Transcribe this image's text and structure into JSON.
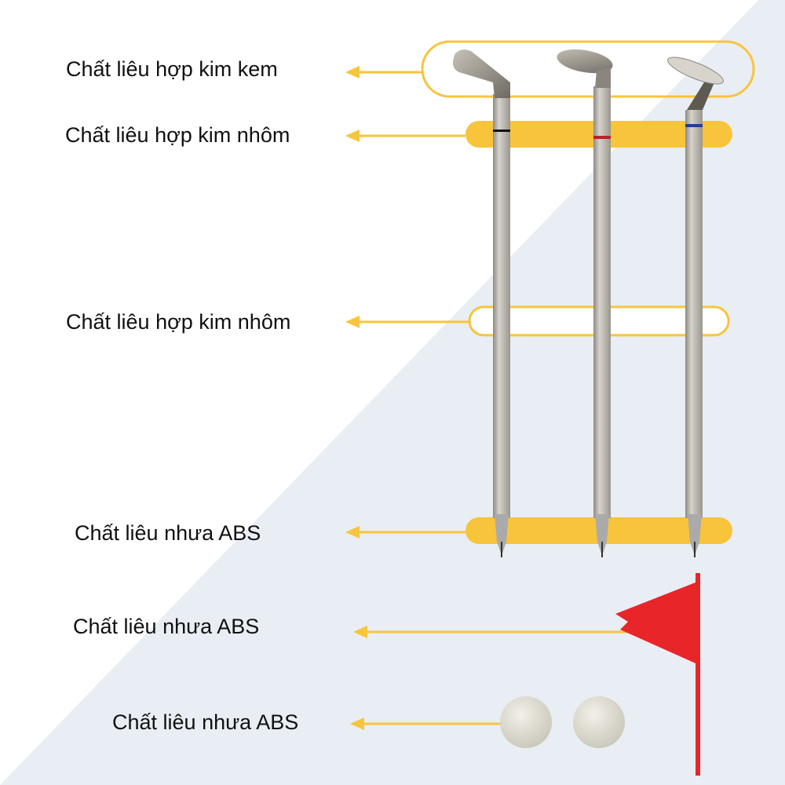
{
  "labels": [
    {
      "text": "Chất liêu hợp kim kem"
    },
    {
      "text": "Chất liêu hợp kim nhôm"
    },
    {
      "text": "Chất liêu hợp kim nhôm"
    },
    {
      "text": "Chất liêu nhưa ABS"
    },
    {
      "text": "Chất liêu nhưa ABS"
    },
    {
      "text": "Chất liêu nhưa ABS"
    }
  ],
  "colors": {
    "accent": "#f8c43c",
    "background_triangle": "#e9eef4",
    "flag": "#e8262a",
    "pen_silver": "#b9b5ad"
  }
}
